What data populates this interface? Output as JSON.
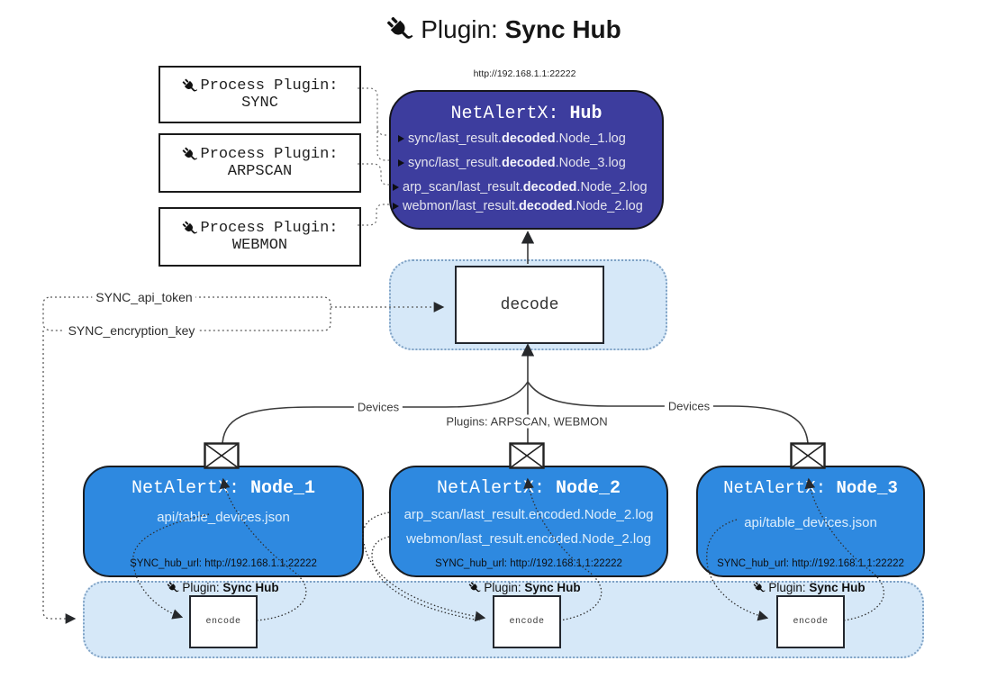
{
  "title": {
    "prefix": "Plugin: ",
    "bold": "Sync Hub"
  },
  "process_plugins": [
    {
      "line1": "Process Plugin:",
      "name": "SYNC"
    },
    {
      "line1": "Process Plugin:",
      "name": "ARPSCAN"
    },
    {
      "line1": "Process Plugin:",
      "name": "WEBMON"
    }
  ],
  "hub": {
    "url": "http://192.168.1.1:22222",
    "title_prefix": "NetAlertX: ",
    "title_bold": "Hub",
    "logs": [
      {
        "pre": "sync/last_result.",
        "bold": "decoded",
        "post": ".Node_1.log"
      },
      {
        "pre": "sync/last_result.",
        "bold": "decoded",
        "post": ".Node_3.log"
      },
      {
        "pre": "arp_scan/last_result.",
        "bold": "decoded",
        "post": ".Node_2.log"
      },
      {
        "pre": "webmon/last_result.",
        "bold": "decoded",
        "post": ".Node_2.log"
      }
    ]
  },
  "decode": {
    "label": "decode"
  },
  "config": {
    "api_token": "SYNC_api_token",
    "encryption_key": "SYNC_encryption_key"
  },
  "edge_labels": {
    "devices_left": "Devices",
    "plugins_center": "Plugins: ARPSCAN, WEBMON",
    "devices_right": "Devices"
  },
  "nodes": [
    {
      "title_prefix": "NetAlertX: ",
      "title_bold": "Node_1",
      "lines": [
        "api/table_devices.json"
      ],
      "hub_url": "SYNC_hub_url: http://192.168.1.1:22222"
    },
    {
      "title_prefix": "NetAlertX: ",
      "title_bold": "Node_2",
      "lines": [
        "arp_scan/last_result.encoded.Node_2.log",
        "webmon/last_result.encoded.Node_2.log"
      ],
      "hub_url": "SYNC_hub_url: http://192.168.1.1:22222"
    },
    {
      "title_prefix": "NetAlertX: ",
      "title_bold": "Node_3",
      "lines": [
        "api/table_devices.json"
      ],
      "hub_url": "SYNC_hub_url: http://192.168.1.1:22222"
    }
  ],
  "encode": {
    "label_prefix": "Plugin: ",
    "label_bold": "Sync Hub",
    "box_label": "encode"
  },
  "colors": {
    "hub_bg": "#3D3D9E",
    "node_bg": "#2E89E0",
    "panel_bg": "#D6E8F8",
    "panel_border": "#7FA2C5",
    "arrow": "#3B3B3B",
    "text_light": "#E4E4EE"
  }
}
